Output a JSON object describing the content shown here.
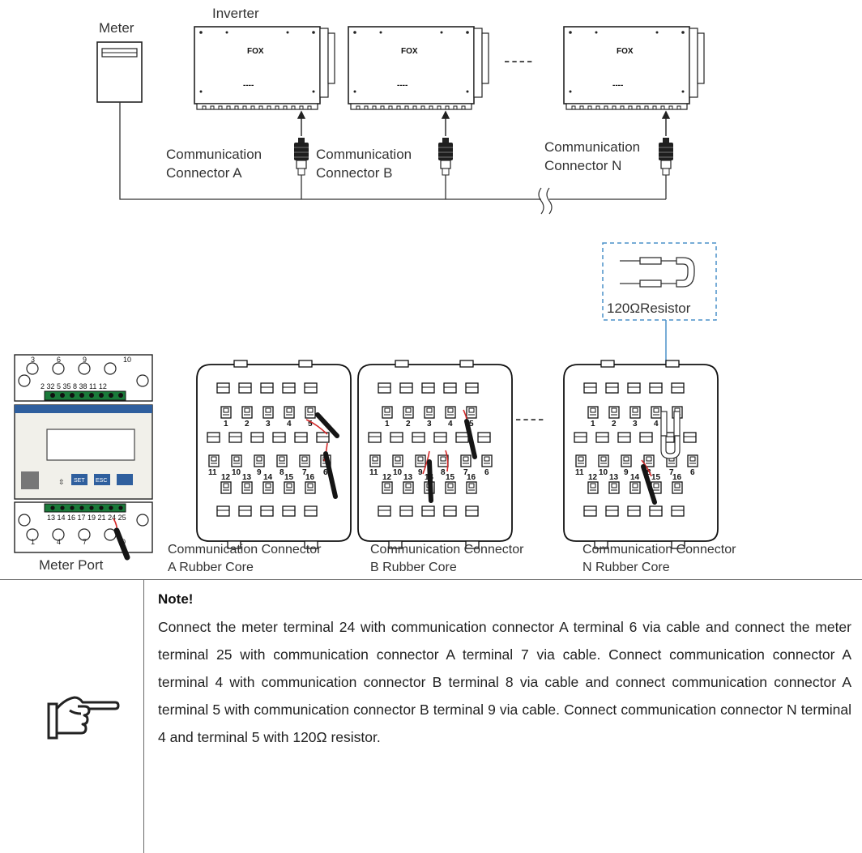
{
  "top": {
    "meter_label": "Meter",
    "inverter_label": "Inverter",
    "dashes": "----",
    "inverters": [
      {
        "brand": "FOX",
        "display": "----"
      },
      {
        "brand": "FOX",
        "display": "----"
      },
      {
        "brand": "FOX",
        "display": "----"
      }
    ],
    "connector_labels": [
      {
        "line1": "Communication",
        "line2": "Connector A"
      },
      {
        "line1": "Communication",
        "line2": "Connector B"
      },
      {
        "line1": "Communication",
        "line2": "Connector N"
      }
    ]
  },
  "resistor": {
    "label": "120ΩResistor"
  },
  "meter_port": {
    "label": "Meter Port",
    "top_numbers_upper": [
      "3",
      "6",
      "9",
      "10"
    ],
    "top_numbers_lower": "2 32 5 35 8 38 11 12",
    "bottom_numbers_upper": "13 14 16 17 19 21 24 25",
    "bottom_numbers_lower": [
      "1",
      "4",
      "7",
      "0"
    ],
    "buttons": [
      "SET",
      "ESC"
    ]
  },
  "rubber_cores": [
    {
      "line1": "Communication Connector",
      "line2": "A Rubber Core"
    },
    {
      "line1": "Communication Connector",
      "line2": "B Rubber Core"
    },
    {
      "line1": "Communication Connector",
      "line2": "N Rubber Core"
    }
  ],
  "connector_pins": {
    "row1": [
      "1",
      "2",
      "3",
      "4",
      "5"
    ],
    "row2": [
      "11",
      "10",
      "9",
      "8",
      "7",
      "6"
    ],
    "row3": [
      "12",
      "13",
      "14",
      "15",
      "16"
    ]
  },
  "note": {
    "title": "Note!",
    "text": "Connect the meter terminal 24 with communication connector A terminal 6 via cable and connect the meter terminal 25 with communication connector A terminal 7 via cable. Connect communication connector A terminal 4 with communication connector B terminal 8 via cable and connect communication connector A terminal 5 with communication connector B terminal 9 via cable. Connect communication connector N terminal 4 and terminal 5 with 120Ω resistor.",
    "icon": "pointing-hand-icon"
  },
  "colors": {
    "wire_red": "#d42a2a",
    "leader_blue": "#4a90c8",
    "cable_black": "#151515"
  }
}
